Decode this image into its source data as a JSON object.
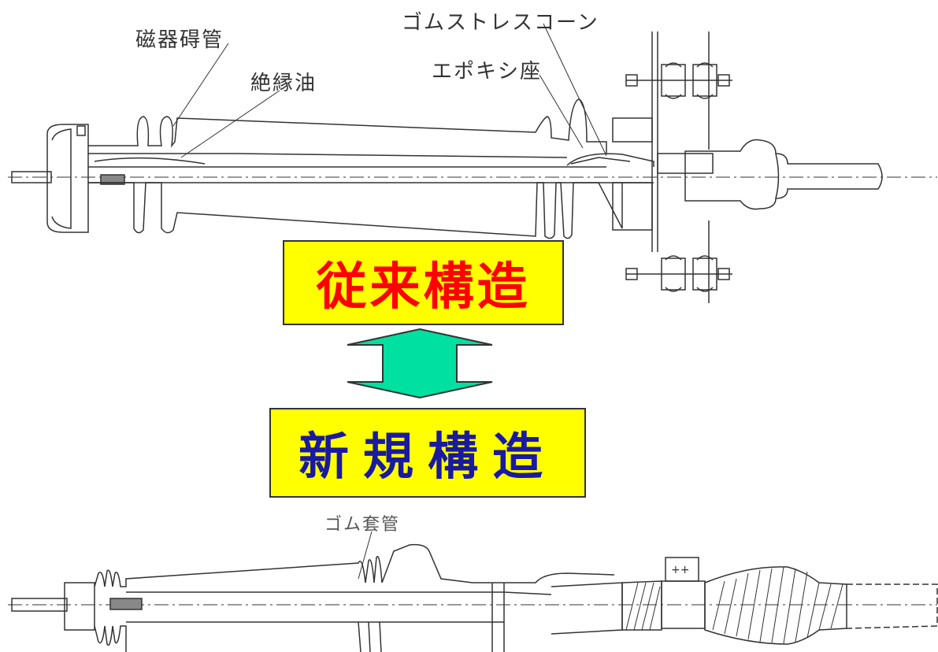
{
  "labels": {
    "porcelain_bushing": "磁器碍管",
    "insulating_oil": "絶縁油",
    "rubber_stress_cone": "ゴムストレスコーン",
    "epoxy_seat": "エポキシ座",
    "rubber_bushing": "ゴム套管"
  },
  "banners": {
    "conventional": "従来構造",
    "new": "新規構造"
  },
  "colors": {
    "banner_fill": "#ffff00",
    "conventional_text": "#ff0000",
    "new_text": "#1a1aa0",
    "arrow_fill": "#00e0a0",
    "line": "#333333"
  },
  "icons": {
    "comparison_arrow": "double-vertical-arrow-icon"
  }
}
